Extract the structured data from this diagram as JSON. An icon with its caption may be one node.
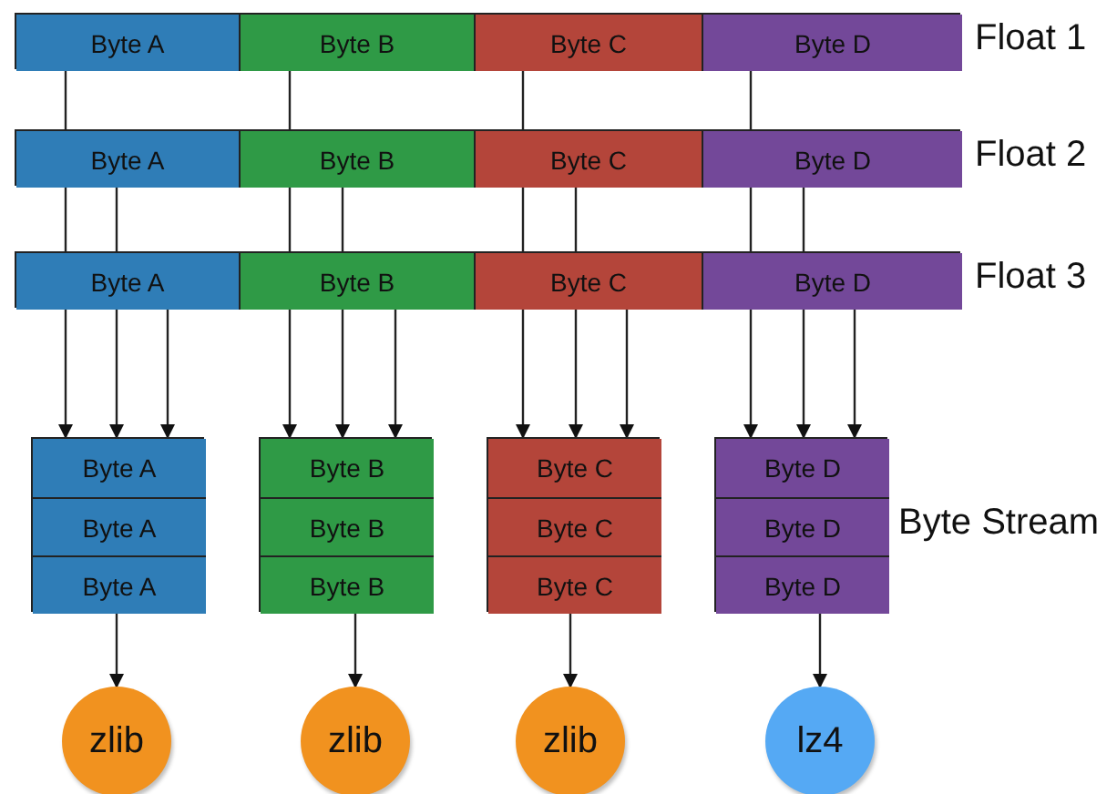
{
  "diagram": {
    "nodes": [
      {
        "text": [],
        "shape": "bar",
        "beside": [
          "Float 1"
        ]
      },
      {
        "text": [
          "Byte A"
        ],
        "in": 0
      },
      {
        "text": [
          "Byte B"
        ],
        "in": 0
      },
      {
        "text": [
          "Byte C"
        ],
        "in": 0
      },
      {
        "text": [
          "Byte D"
        ],
        "in": 0
      },
      {
        "text": [],
        "shape": "bar",
        "beside": [
          "Float 2"
        ]
      },
      {
        "text": [
          "Byte A"
        ],
        "in": 5
      },
      {
        "text": [
          "Byte B"
        ],
        "in": 5
      },
      {
        "text": [
          "Byte C"
        ],
        "in": 5
      },
      {
        "text": [
          "Byte D"
        ],
        "in": 5
      },
      {
        "text": [],
        "shape": "bar",
        "beside": [
          "Float 3"
        ]
      },
      {
        "text": [
          "Byte A"
        ],
        "in": 10
      },
      {
        "text": [
          "Byte B"
        ],
        "in": 10
      },
      {
        "text": [
          "Byte C"
        ],
        "in": 10
      },
      {
        "text": [
          "Byte D"
        ],
        "in": 10
      },
      {
        "text": [],
        "shape": "box"
      },
      {
        "text": [
          "Byte A"
        ],
        "in": 15
      },
      {
        "text": [
          "Byte A"
        ],
        "in": 15
      },
      {
        "text": [
          "Byte A"
        ],
        "in": 15
      },
      {
        "text": [],
        "shape": "box"
      },
      {
        "text": [
          "Byte B"
        ],
        "in": 19
      },
      {
        "text": [
          "Byte B"
        ],
        "in": 19
      },
      {
        "text": [
          "Byte B"
        ],
        "in": 19
      },
      {
        "text": [],
        "shape": "box"
      },
      {
        "text": [
          "Byte C"
        ],
        "in": 23
      },
      {
        "text": [
          "Byte C"
        ],
        "in": 23
      },
      {
        "text": [
          "Byte C"
        ],
        "in": 23
      },
      {
        "text": [],
        "shape": "box"
      },
      {
        "text": [
          "Byte D"
        ],
        "in": 27
      },
      {
        "text": [
          "Byte D"
        ],
        "in": 27
      },
      {
        "text": [
          "Byte D"
        ],
        "in": 27
      },
      {
        "text": [
          "zlib"
        ]
      },
      {
        "text": [
          "zlib"
        ]
      },
      {
        "text": [
          "zlib"
        ]
      },
      {
        "text": [
          "lz4"
        ]
      }
    ],
    "edges": [
      {
        "from": 1,
        "to": 6,
        "arrow": "none"
      },
      {
        "from": 2,
        "to": 7,
        "arrow": "none"
      },
      {
        "from": 3,
        "to": 8,
        "arrow": "none"
      },
      {
        "from": 4,
        "to": 9,
        "arrow": "none"
      },
      {
        "from": 6,
        "to": 11,
        "arrow": "none"
      },
      {
        "from": 6,
        "to": 11,
        "arrow": "none"
      },
      {
        "from": 7,
        "to": 12,
        "arrow": "none"
      },
      {
        "from": 7,
        "to": 12,
        "arrow": "none"
      },
      {
        "from": 8,
        "to": 13,
        "arrow": "none"
      },
      {
        "from": 8,
        "to": 13,
        "arrow": "none"
      },
      {
        "from": 9,
        "to": 14,
        "arrow": "none"
      },
      {
        "from": 9,
        "to": 14,
        "arrow": "none"
      },
      {
        "from": 11,
        "to": 15,
        "arrow": "to"
      },
      {
        "from": 11,
        "to": 15,
        "arrow": "to"
      },
      {
        "from": 11,
        "to": 15,
        "arrow": "to"
      },
      {
        "from": 12,
        "to": 19,
        "arrow": "to"
      },
      {
        "from": 12,
        "to": 19,
        "arrow": "to"
      },
      {
        "from": 12,
        "to": 19,
        "arrow": "to"
      },
      {
        "from": 13,
        "to": 23,
        "arrow": "to"
      },
      {
        "from": 13,
        "to": 23,
        "arrow": "to"
      },
      {
        "from": 13,
        "to": 23,
        "arrow": "to"
      },
      {
        "from": 14,
        "to": 27,
        "arrow": "to"
      },
      {
        "from": 14,
        "to": 27,
        "arrow": "to"
      },
      {
        "from": 14,
        "to": 27,
        "arrow": "to"
      },
      {
        "from": 15,
        "to": 31,
        "arrow": "to"
      },
      {
        "from": 19,
        "to": 32,
        "arrow": "to"
      },
      {
        "from": 23,
        "to": 33,
        "arrow": "to"
      },
      {
        "from": 27,
        "to": 34,
        "arrow": "to"
      }
    ],
    "labels": [
      "Byte Stream"
    ]
  }
}
